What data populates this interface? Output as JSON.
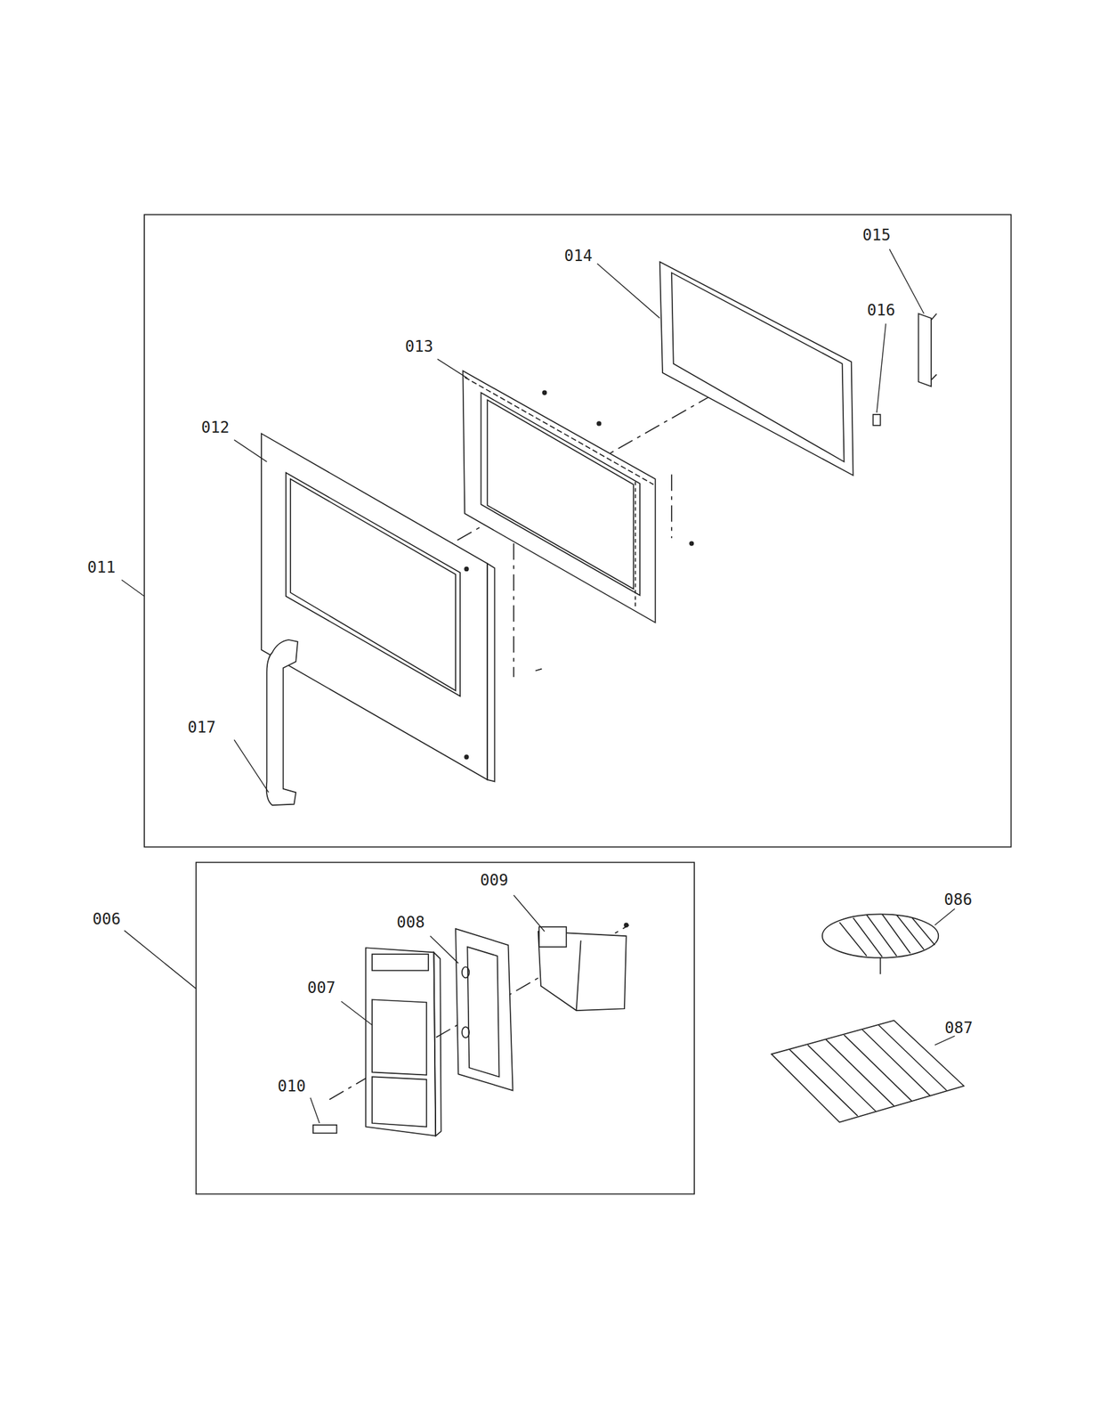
{
  "diagram": {
    "labels": [
      "015",
      "014",
      "016",
      "013",
      "012",
      "011",
      "017",
      "009",
      "008",
      "006",
      "086",
      "007",
      "087",
      "010"
    ]
  }
}
